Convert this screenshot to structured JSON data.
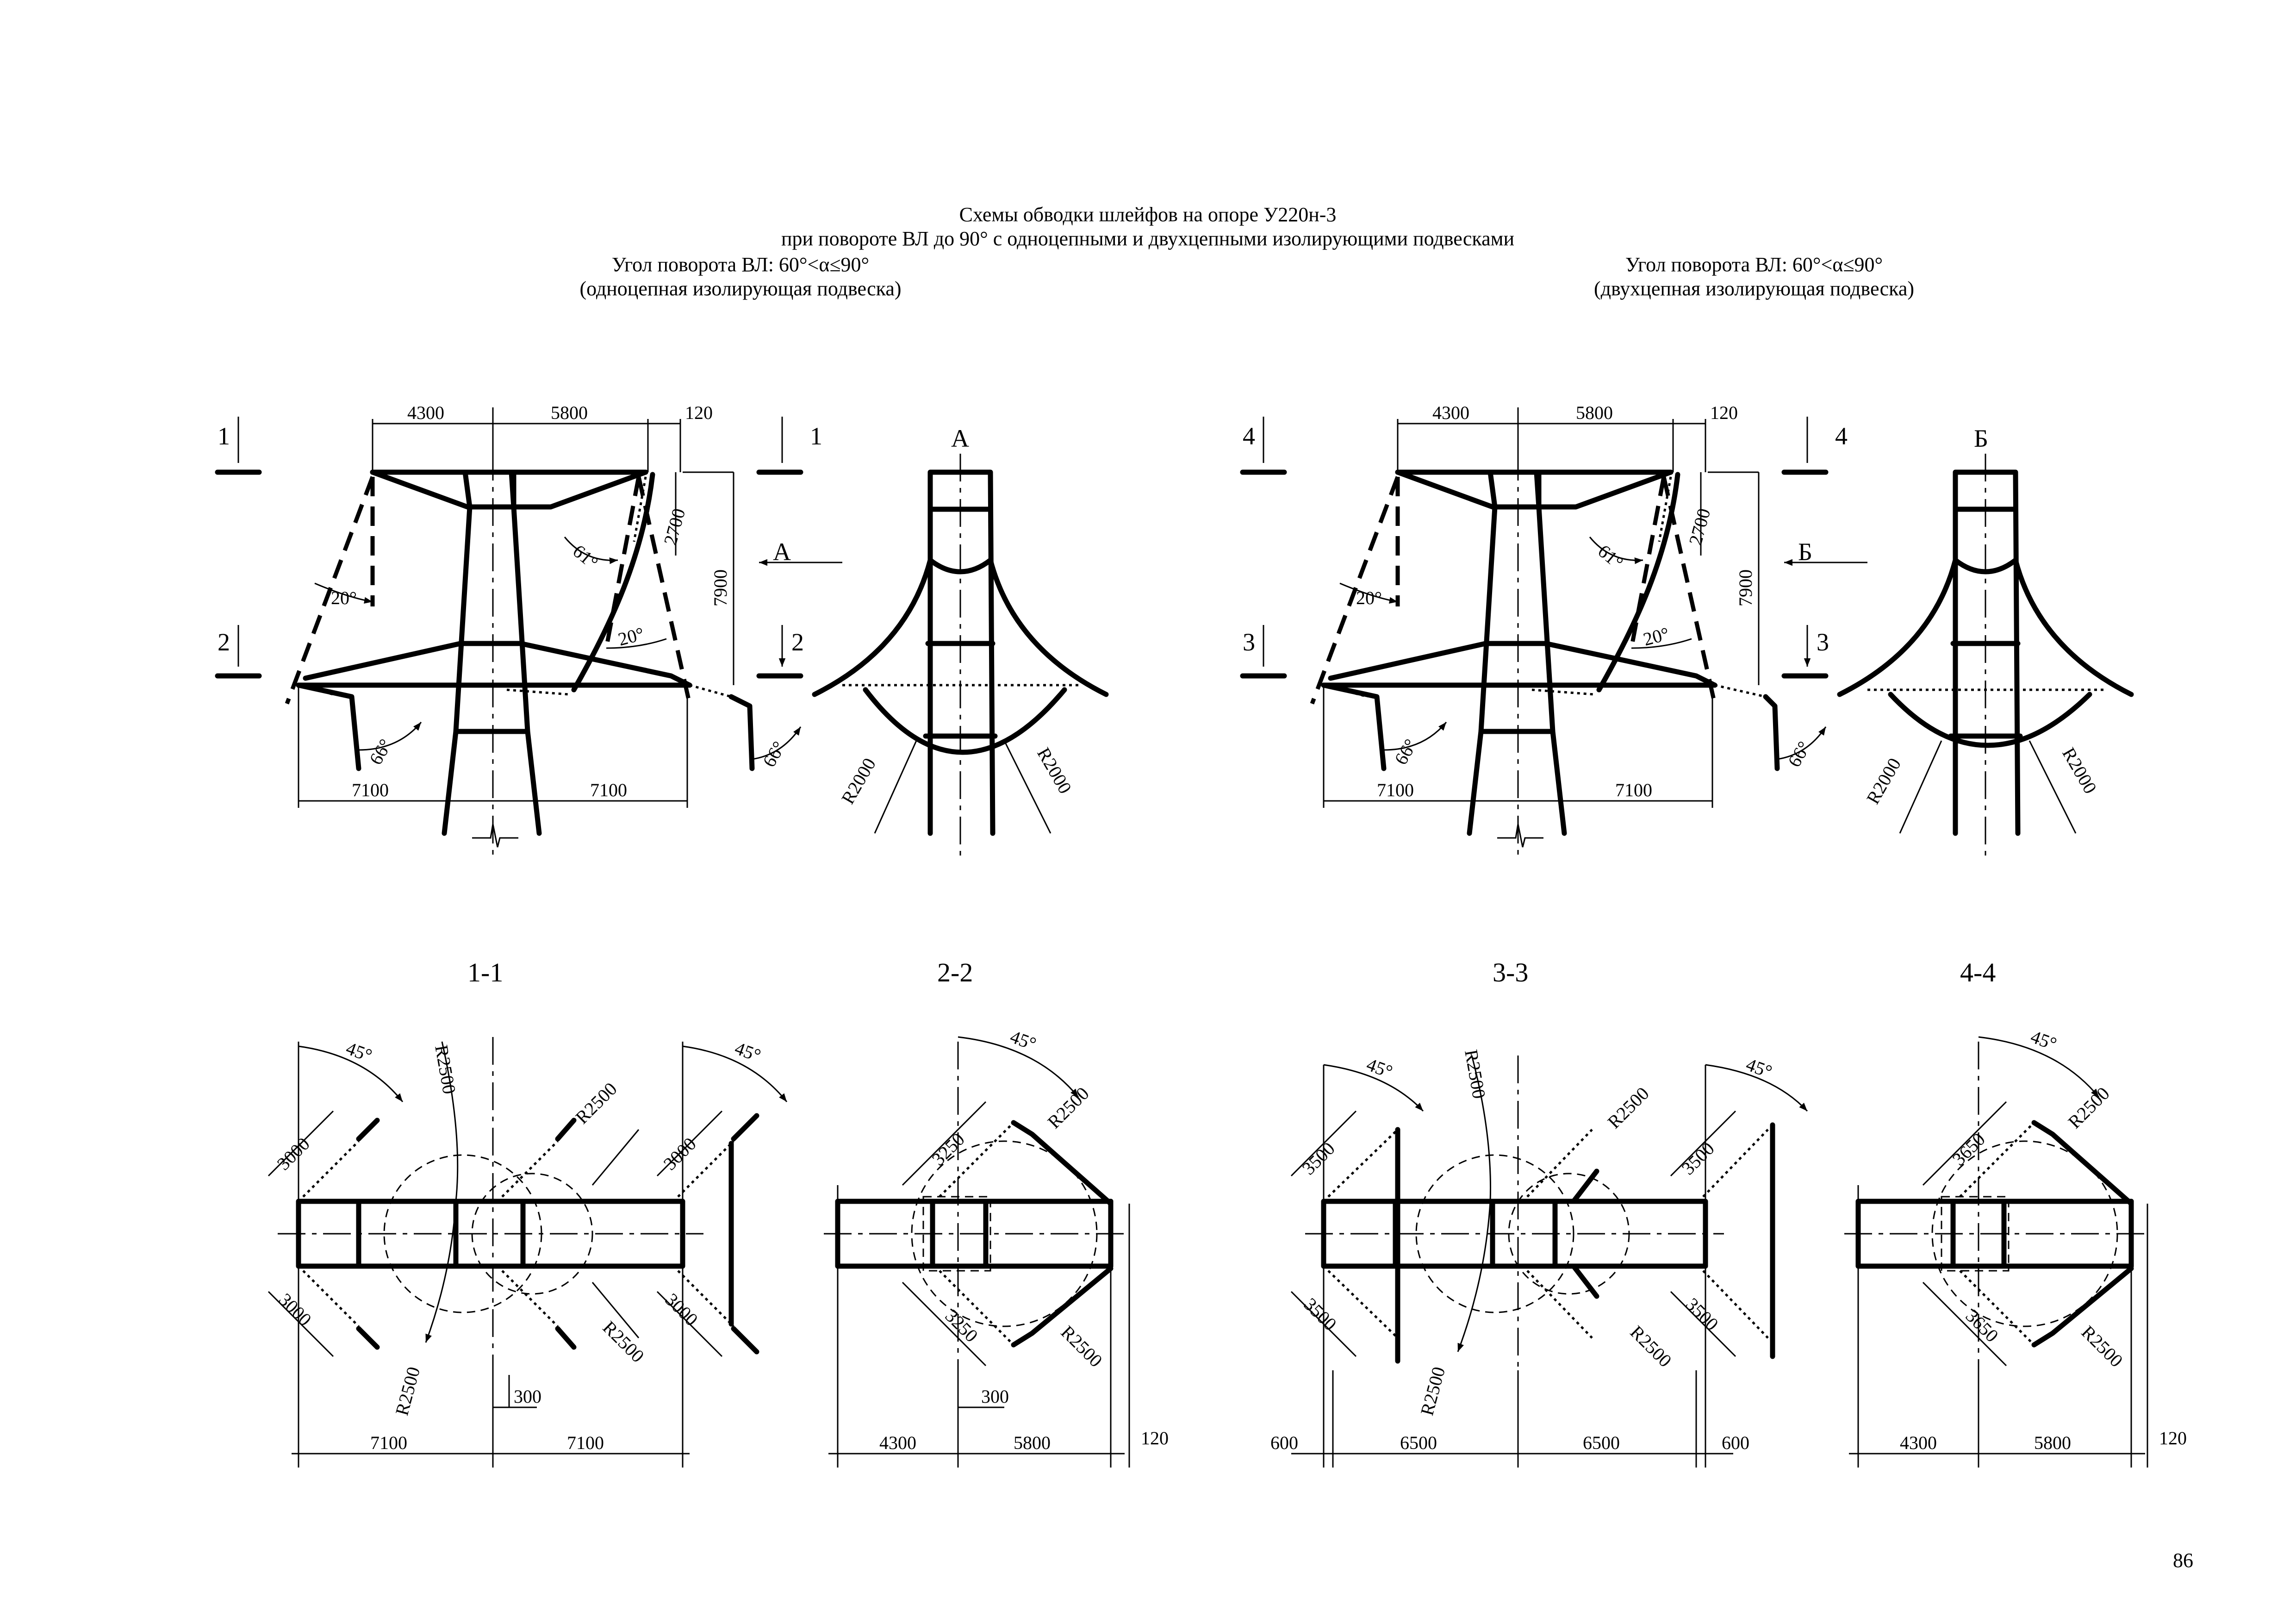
{
  "header": {
    "title_line1": "Схемы обводки шлейфов на опоре У220н-3",
    "title_line2": "при повороте ВЛ до 90° с одноцепными и двухцепными изолирующими подвесками",
    "left_angle": "Угол поворота ВЛ: 60°<α≤90°",
    "left_type": "(одноцепная изолирующая подвеска)",
    "right_angle": "Угол поворота ВЛ: 60°<α≤90°",
    "right_type": "(двухцепная изолирующая подвеска)"
  },
  "page_number": "86",
  "elevation_left": {
    "dims": [
      "4300",
      "5800",
      "120",
      "2700",
      "7900",
      "7100",
      "7100"
    ],
    "angles": [
      "20°",
      "61°",
      "20°",
      "66°",
      "66°"
    ],
    "section_marks": [
      "1",
      "1",
      "2",
      "2"
    ],
    "view_arrow": "А"
  },
  "view_A": {
    "label": "А",
    "radii": [
      "R2000",
      "R2000"
    ]
  },
  "elevation_right": {
    "dims": [
      "4300",
      "5800",
      "120",
      "2700",
      "7900",
      "7100",
      "7100"
    ],
    "angles": [
      "20°",
      "61°",
      "20°",
      "66°",
      "66°"
    ],
    "section_marks": [
      "4",
      "4",
      "3",
      "3"
    ],
    "view_arrow": "Б"
  },
  "view_B": {
    "label": "Б",
    "radii": [
      "R2000",
      "R2000"
    ]
  },
  "section_1_1": {
    "label": "1-1",
    "dims": [
      "3000",
      "3000",
      "3000",
      "3000",
      "300",
      "7100",
      "7100"
    ],
    "angles": [
      "45°",
      "45°"
    ],
    "radii": [
      "R2500",
      "R2500",
      "R2500",
      "R2500"
    ]
  },
  "section_2_2": {
    "label": "2-2",
    "dims": [
      "3250",
      "3250",
      "300",
      "4300",
      "5800",
      "120"
    ],
    "angles": [
      "45°"
    ],
    "radii": [
      "R2500",
      "R2500"
    ]
  },
  "section_3_3": {
    "label": "3-3",
    "dims": [
      "3500",
      "3500",
      "3500",
      "3500",
      "600",
      "6500",
      "6500",
      "600"
    ],
    "angles": [
      "45°",
      "45°"
    ],
    "radii": [
      "R2500",
      "R2500",
      "R2500",
      "R2500"
    ]
  },
  "section_4_4": {
    "label": "4-4",
    "dims": [
      "3650",
      "3650",
      "4300",
      "5800",
      "120"
    ],
    "angles": [
      "45°"
    ],
    "radii": [
      "R2500",
      "R2500"
    ]
  }
}
